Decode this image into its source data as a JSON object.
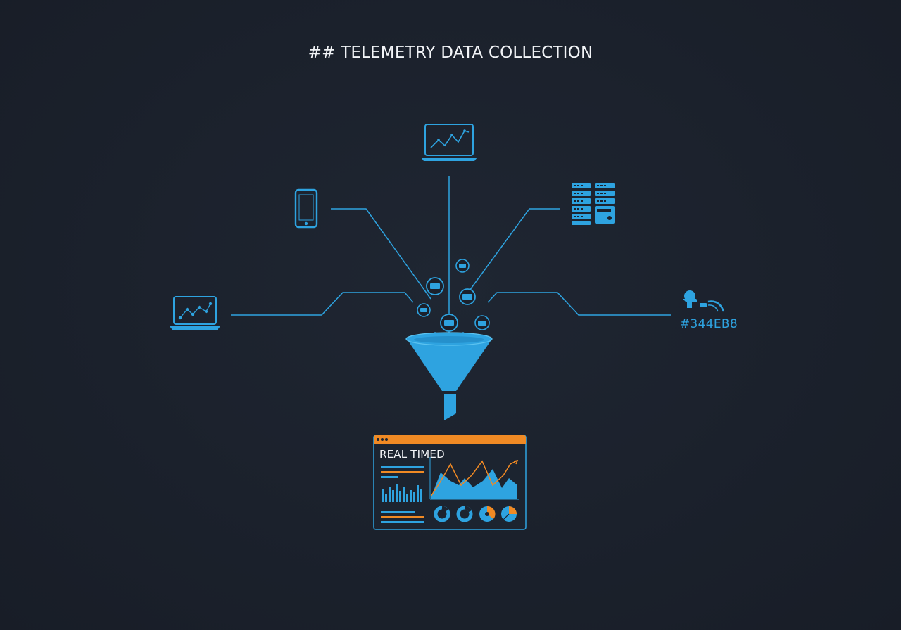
{
  "title": "## TELEMETRY DATA COLLECTION",
  "sources": [
    {
      "id": "laptop-top",
      "icon": "laptop-line-chart-icon"
    },
    {
      "id": "mobile-left",
      "icon": "smartphone-icon"
    },
    {
      "id": "server-right",
      "icon": "server-rack-icon"
    },
    {
      "id": "laptop-left",
      "icon": "laptop-network-graph-icon"
    },
    {
      "id": "iot-right",
      "icon": "iot-sensor-icon",
      "label": "#344EB8"
    }
  ],
  "funnel": {
    "icon": "funnel-icon",
    "packet_icon": "data-packet-icon"
  },
  "dashboard": {
    "title": "REAL TIMED",
    "icon": "dashboard-window-icon"
  },
  "colors": {
    "background": "#1b212c",
    "accent_blue": "#2ea3e0",
    "accent_orange": "#f08a24",
    "title_text": "#f2f4f7"
  }
}
